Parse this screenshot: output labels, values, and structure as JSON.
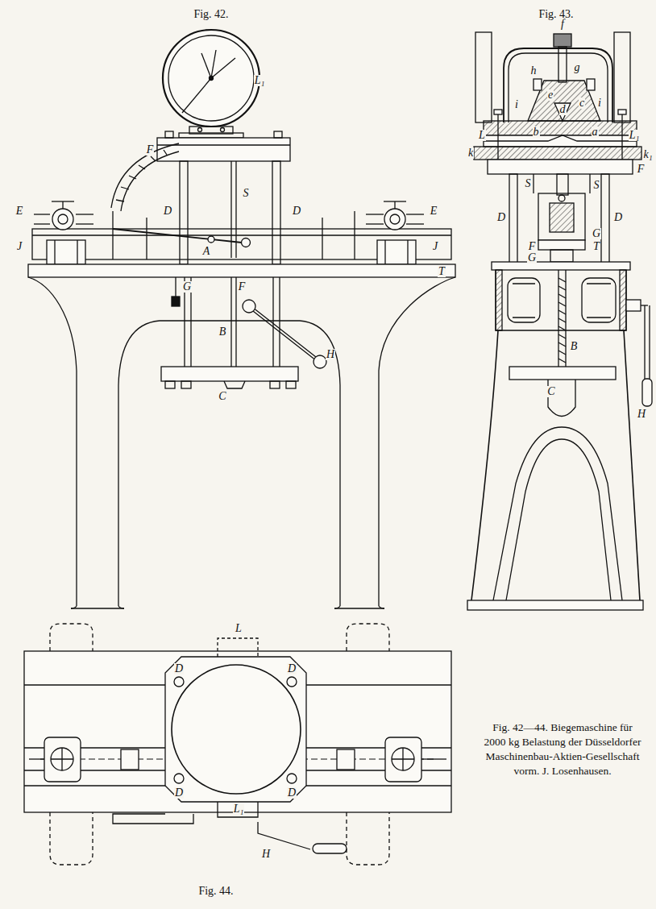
{
  "diagram": {
    "caption": "Fig. 42—44. Biegemaschine für 2000 kg Belastung der Düsseldorfer Maschinenbau-Aktien-Gesellschaft vorm. J. Losenhausen.",
    "labels": [
      "Fig. 42.",
      "Fig. 43.",
      "L₁",
      "F",
      "D",
      "D",
      "S",
      "A",
      "E",
      "E",
      "J",
      "J",
      "T",
      "G",
      "F",
      "B",
      "C",
      "H",
      "L",
      "L₁",
      "f",
      "g",
      "h",
      "e",
      "d",
      "c",
      "i",
      "i",
      "k",
      "b",
      "a",
      "k₁",
      "F",
      "D",
      "D",
      "S",
      "S",
      "G",
      "T",
      "F",
      "G",
      "B",
      "C",
      "H",
      "L",
      "D",
      "D",
      "D",
      "D",
      "L₁",
      "H",
      "Fig. 44."
    ]
  }
}
